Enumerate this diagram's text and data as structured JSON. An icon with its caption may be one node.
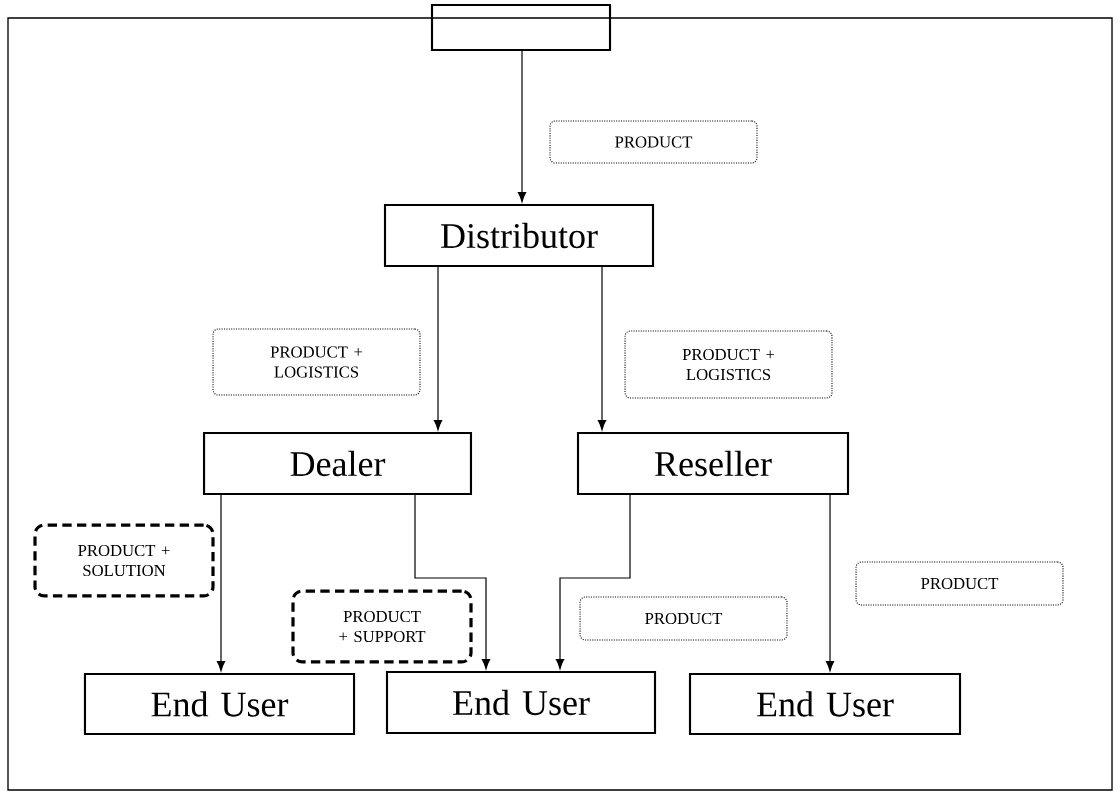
{
  "diagram": {
    "nodes": [
      {
        "text": [],
        "shape": "box"
      },
      {
        "text": [
          "Distributor"
        ]
      },
      {
        "text": [
          "Dealer"
        ]
      },
      {
        "text": [
          "Reseller"
        ]
      },
      {
        "text": [
          "End User"
        ]
      },
      {
        "text": [
          "End User"
        ]
      },
      {
        "text": [
          "End User"
        ]
      },
      {
        "text": [
          "PRODUCT"
        ]
      },
      {
        "text": [
          "PRODUCT + LOGISTICS"
        ]
      },
      {
        "text": [
          "PRODUCT + LOGISTICS"
        ]
      },
      {
        "text": [
          "PRODUCT + SOLUTION"
        ]
      },
      {
        "text": [
          "PRODUCT + SUPPORT"
        ]
      },
      {
        "text": [
          "PRODUCT"
        ]
      },
      {
        "text": [
          "PRODUCT"
        ]
      }
    ],
    "edges": [
      {
        "from": 0,
        "to": 1,
        "arrow": "to"
      },
      {
        "from": 1,
        "to": 2,
        "arrow": "to"
      },
      {
        "from": 1,
        "to": 3,
        "arrow": "to"
      },
      {
        "from": 2,
        "to": 4,
        "arrow": "to"
      },
      {
        "from": 2,
        "to": 5,
        "arrow": "to"
      },
      {
        "from": 3,
        "to": 5,
        "arrow": "to"
      },
      {
        "from": 3,
        "to": 6,
        "arrow": "to"
      }
    ]
  }
}
